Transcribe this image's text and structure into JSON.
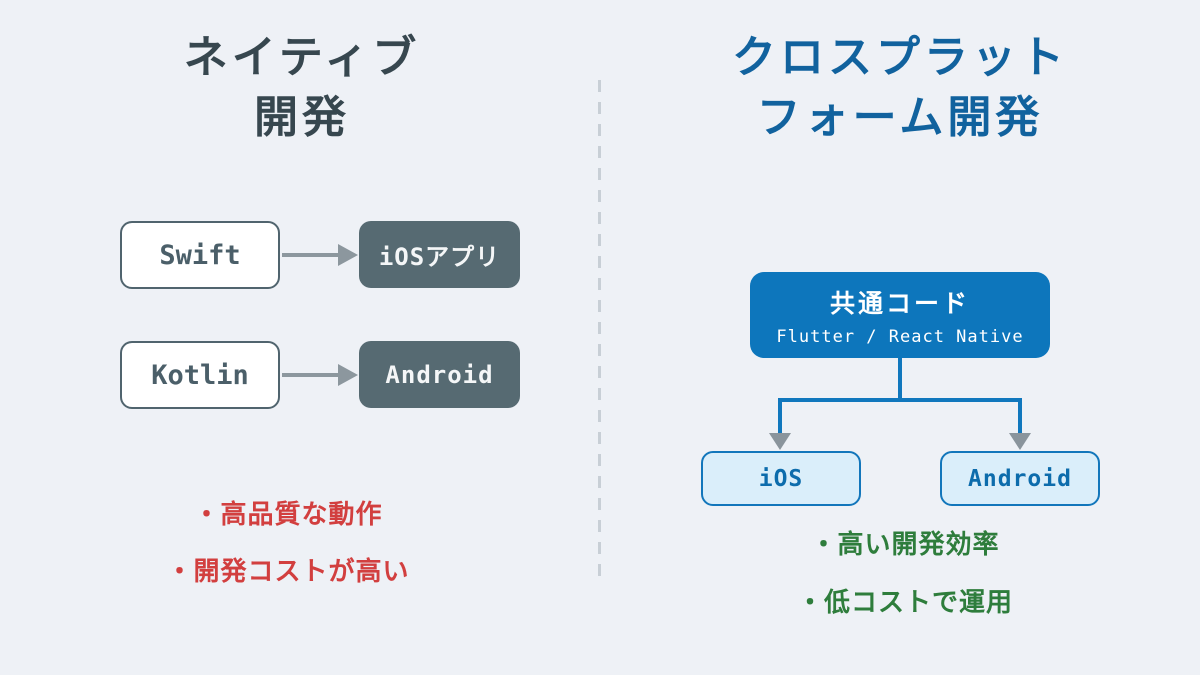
{
  "colors": {
    "background": "#eef1f6",
    "left_title": "#37474f",
    "right_title": "#11629e",
    "slate_box_fill": "#566a72",
    "white_box_border": "#50646e",
    "blue_box_fill": "#0d76bc",
    "tree_line_blue": "#1077bd",
    "platform_box_fill": "#daeefa",
    "platform_box_border": "#1276bb",
    "bullet_red": "#d23f3f",
    "bullet_green": "#2e7d3c",
    "arrow_gray": "#8c979e",
    "divider_gray": "#c8cfd6"
  },
  "left": {
    "title": "ネイティブ\n開発",
    "rows": [
      {
        "source": "Swift",
        "target": "iOSアプリ"
      },
      {
        "source": "Kotlin",
        "target": "Android"
      }
    ],
    "bullets": [
      "・高品質な動作",
      "・開発コストが高い"
    ]
  },
  "right": {
    "title": "クロスプラット\nフォーム開発",
    "common_code": {
      "title": "共通コード",
      "subtitle": "Flutter / React Native"
    },
    "platforms": [
      "iOS",
      "Android"
    ],
    "bullets": [
      "・高い開発効率",
      "・低コストで運用"
    ]
  }
}
